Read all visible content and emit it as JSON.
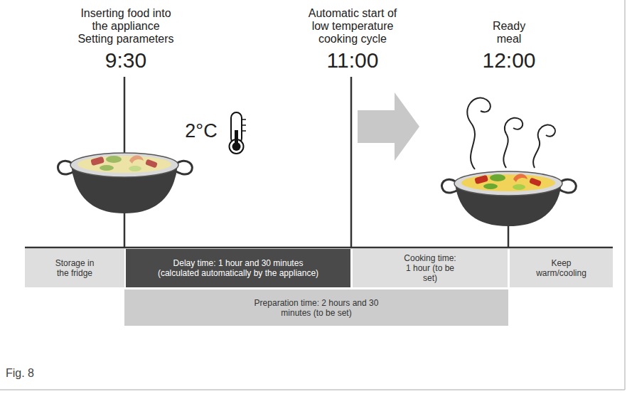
{
  "diagram": {
    "caption": "Fig. 8",
    "nodes": [
      {
        "text": [
          "Storage in the fridge"
        ]
      },
      {
        "text": [
          "Delay time: 1 hour and 30 minutes (calculated automatically by the appliance)"
        ]
      },
      {
        "text": [
          "Cooking time: 1 hour (to be set)"
        ]
      },
      {
        "text": [
          "Keep warm/cooling"
        ]
      },
      {
        "text": [
          "Preparation time: 2 hours and 30 minutes (to be set)"
        ]
      }
    ],
    "labels": [
      "Inserting food into the appliance",
      "Setting parameters",
      "9:30",
      "Automatic start of low temperature cooking cycle",
      "11:00",
      "Ready meal",
      "12:00",
      "2°C"
    ]
  }
}
